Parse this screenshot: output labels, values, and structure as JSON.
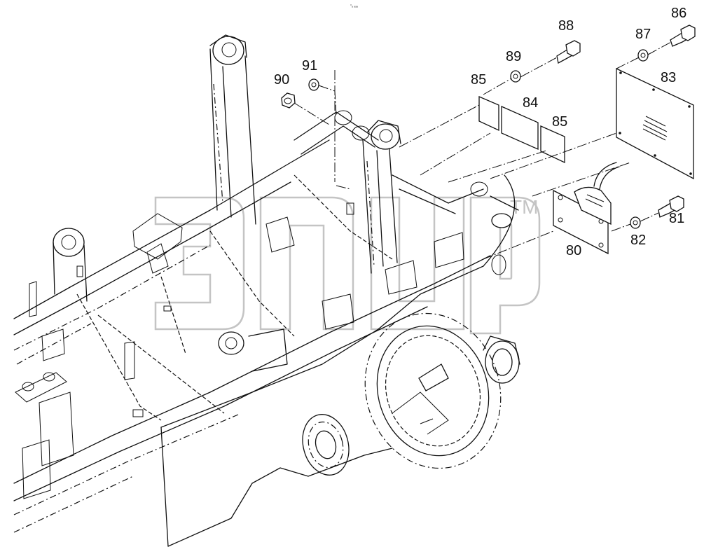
{
  "header": {
    "mark": "°ₐ ₐₐₐ"
  },
  "watermark": {
    "tm": "TM"
  },
  "callouts": {
    "c80": "80",
    "c81": "81",
    "c82": "82",
    "c83": "83",
    "c84": "84",
    "c85a": "85",
    "c85b": "85",
    "c86": "86",
    "c87": "87",
    "c88": "88",
    "c89": "89",
    "c90": "90",
    "c91": "91"
  }
}
